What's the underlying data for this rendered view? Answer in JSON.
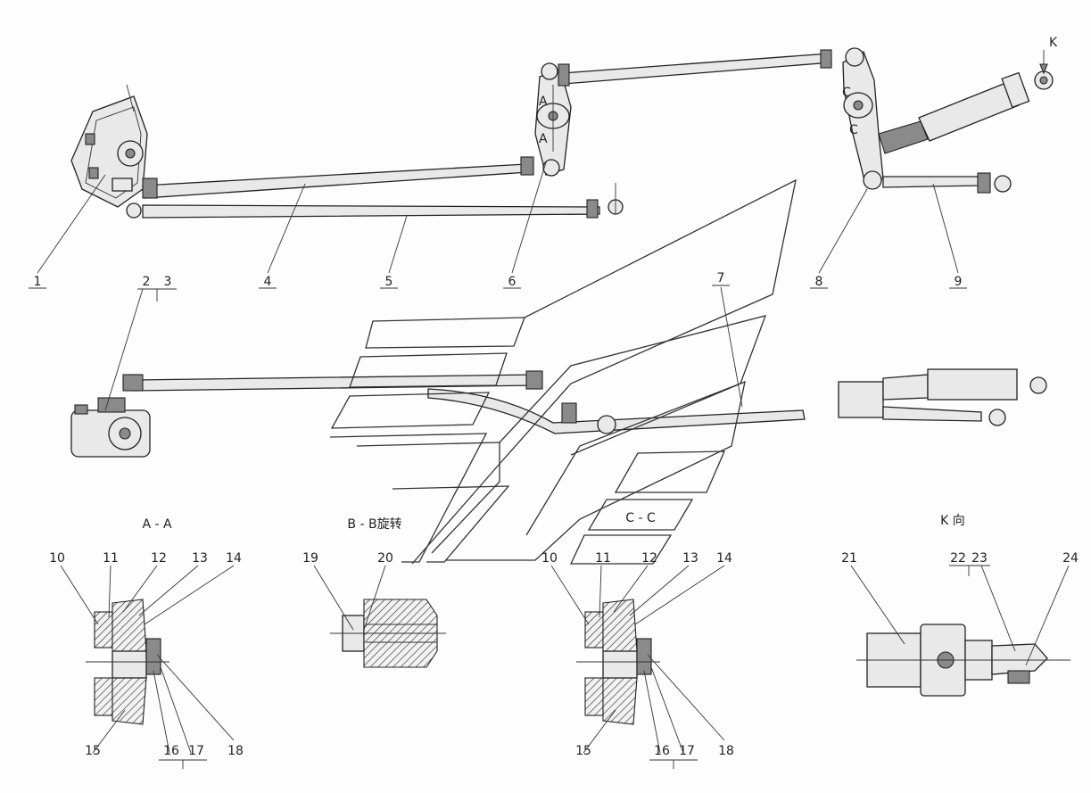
{
  "section_titles": {
    "aa": "A - A",
    "bb": "B - B旋转",
    "cc": "C - C",
    "k": "K 向"
  },
  "view_marks": {
    "k_arrow": "K",
    "a_upper": "A",
    "a_lower": "A",
    "c_upper": "C",
    "c_lower": "C"
  },
  "part_numbers": {
    "top": [
      "1",
      "4",
      "5",
      "6",
      "8",
      "9"
    ],
    "mid": [
      "2",
      "3",
      "7"
    ],
    "aa": [
      "10",
      "11",
      "12",
      "13",
      "14",
      "15",
      "16",
      "17",
      "18"
    ],
    "bb": [
      "19",
      "20"
    ],
    "cc": [
      "10",
      "11",
      "12",
      "13",
      "14",
      "15",
      "16",
      "17",
      "18"
    ],
    "k": [
      "21",
      "22",
      "23",
      "24"
    ]
  }
}
